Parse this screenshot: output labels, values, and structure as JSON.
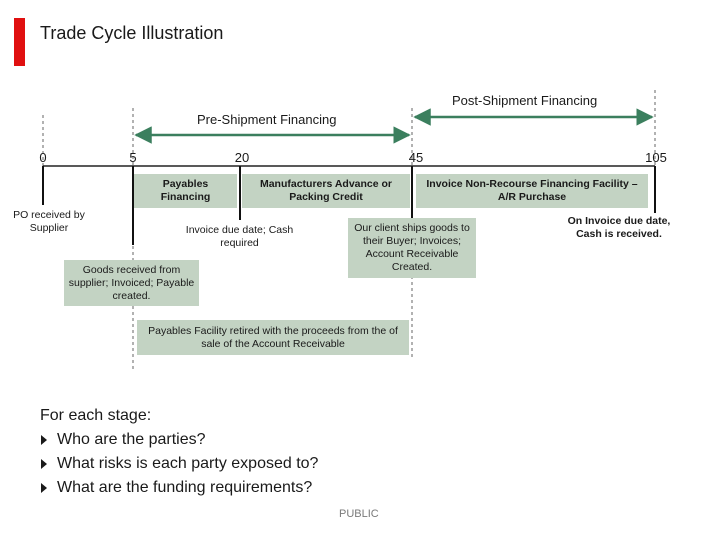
{
  "header": {
    "title": "Trade Cycle Illustration",
    "accent_color": "#e01010"
  },
  "phases": {
    "pre": "Pre-Shipment Financing",
    "post": "Post-Shipment Financing",
    "arrow_color": "#3b7f5e"
  },
  "timeline": {
    "ticks": [
      "0",
      "5",
      "20",
      "45",
      "105"
    ]
  },
  "boxes": {
    "po_received": "PO received by Supplier",
    "payables_financing": "Payables Financing",
    "manufacturers_advance": "Manufacturers Advance or Packing Credit",
    "invoice_non_recourse": "Invoice Non-Recourse Financing Facility – A/R Purchase",
    "invoice_due_cash_required": "Invoice due date; Cash required",
    "client_ships": "Our client ships goods to their Buyer; Invoices; Account Receivable Created.",
    "on_invoice_due": "On Invoice due date, Cash is received.",
    "goods_received": "Goods received from supplier; Invoiced; Payable created.",
    "payables_retired": "Payables Facility retired with the proceeds from the of sale of the Account Receivable",
    "box_color": "#c3d3c3"
  },
  "questions": {
    "heading": "For each stage:",
    "items": [
      "Who are the parties?",
      "What risks is each party exposed to?",
      "What are the funding requirements?"
    ],
    "bullet_icon": "triangle-right-icon"
  },
  "footer": {
    "classification": "PUBLIC"
  }
}
